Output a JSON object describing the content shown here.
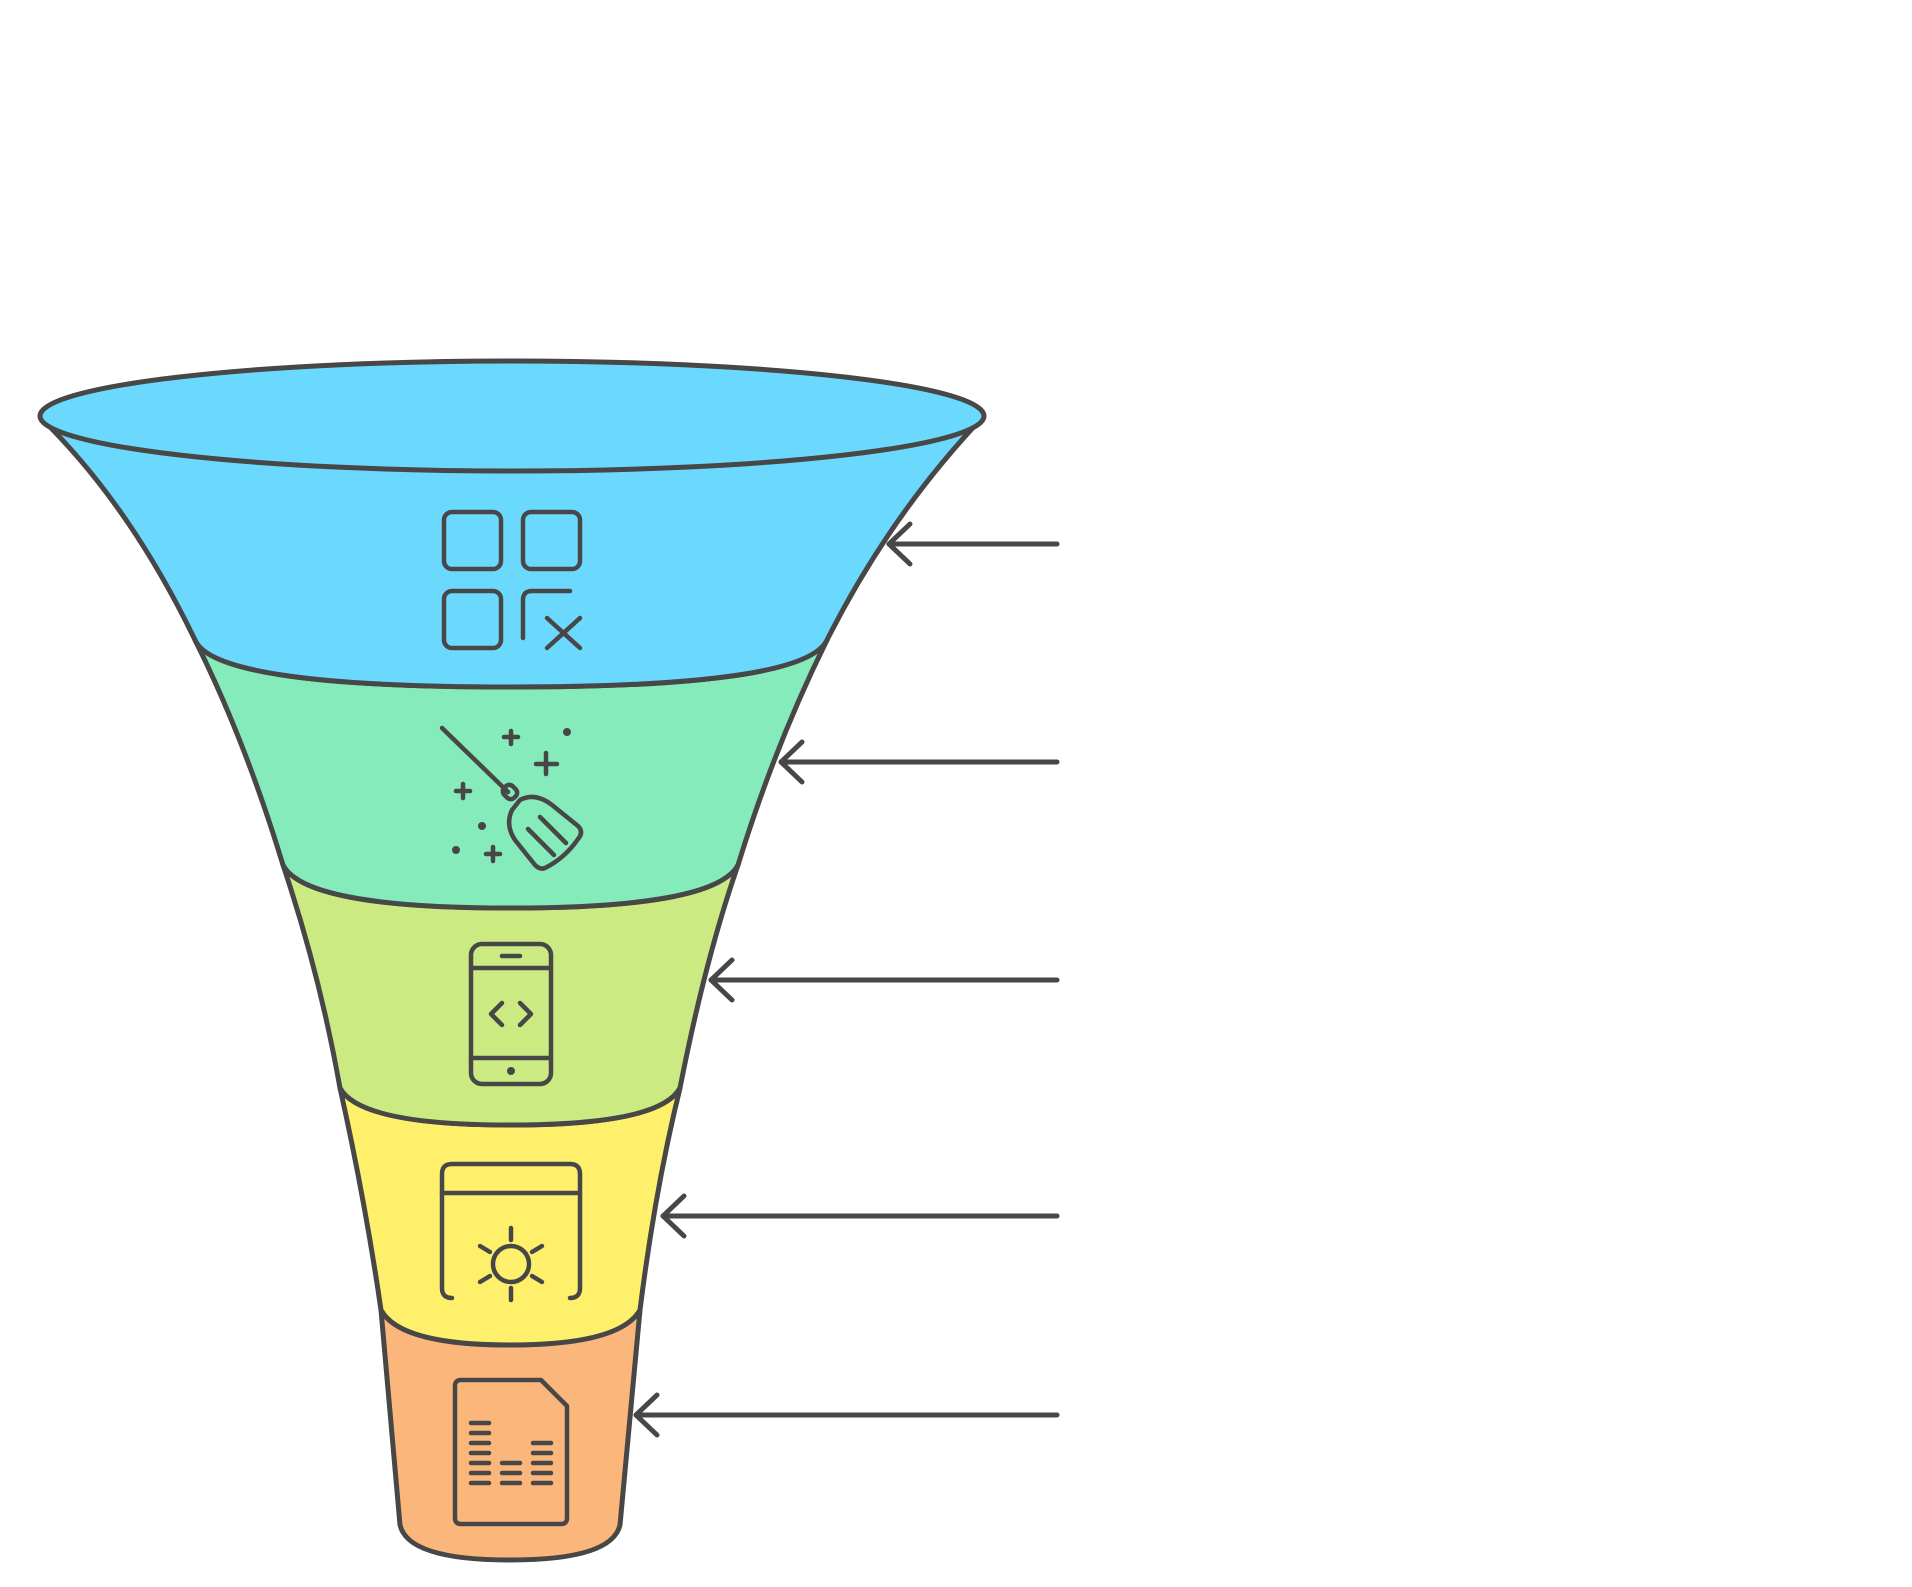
{
  "stages": [
    {
      "id": "stage-1",
      "color": "#6BD9FE",
      "icon": "app-grid-remove-icon"
    },
    {
      "id": "stage-2",
      "color": "#86EBBA",
      "icon": "broom-sweep-icon"
    },
    {
      "id": "stage-3",
      "color": "#CBEB82",
      "icon": "mobile-code-icon"
    },
    {
      "id": "stage-4",
      "color": "#FFF06B",
      "icon": "browser-settings-icon"
    },
    {
      "id": "stage-5",
      "color": "#FBB67B",
      "icon": "data-file-icon"
    }
  ],
  "outline_color": "#474747"
}
